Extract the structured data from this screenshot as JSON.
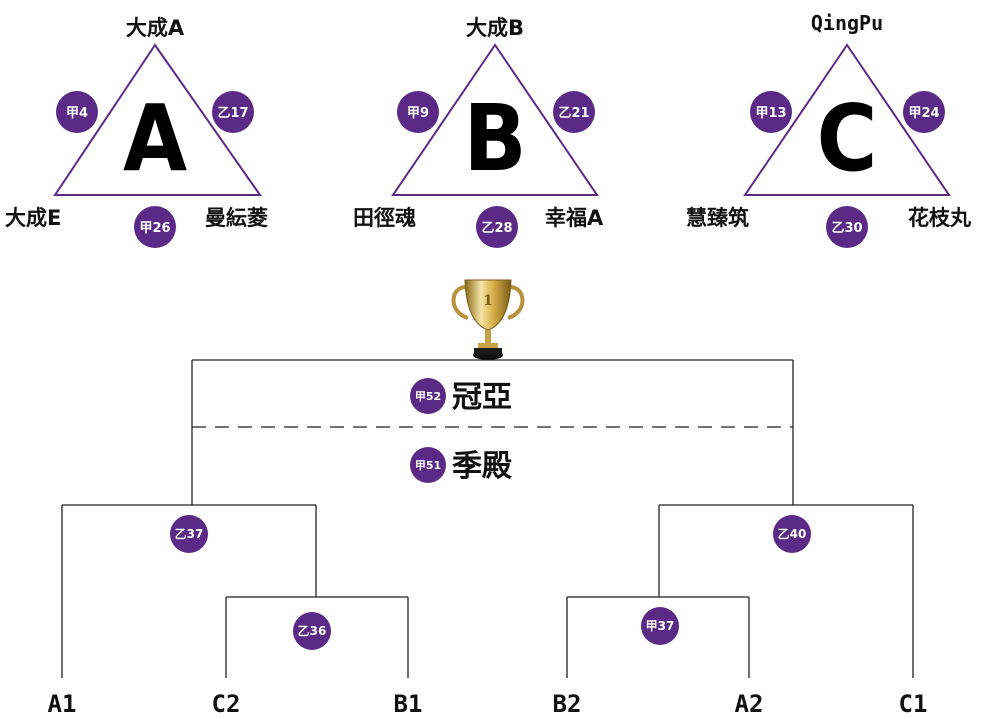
{
  "colors": {
    "accent": "#5b2a86",
    "triangle_stroke": "#5b2a86",
    "bracket_line": "#222222",
    "text": "#111111"
  },
  "groups": [
    {
      "letter": "A",
      "top": "大成A",
      "left": "大成E",
      "right": "曼紜菱",
      "badges": {
        "left": "甲4",
        "right": "乙17",
        "bottom": "甲26"
      }
    },
    {
      "letter": "B",
      "top": "大成B",
      "left": "田徑魂",
      "right": "幸福A",
      "badges": {
        "left": "甲9",
        "right": "乙21",
        "bottom": "乙28"
      }
    },
    {
      "letter": "C",
      "top": "QingPu",
      "left": "慧臻筑",
      "right": "花枝丸",
      "badges": {
        "left": "甲13",
        "right": "甲24",
        "bottom": "乙30"
      }
    }
  ],
  "finals": {
    "trophy_icon": "trophy-icon",
    "champion": {
      "badge": "甲52",
      "label": "冠亞"
    },
    "third_place": {
      "badge": "甲51",
      "label": "季殿"
    }
  },
  "bracket": {
    "slots": [
      "A1",
      "C2",
      "B1",
      "B2",
      "A2",
      "C1"
    ],
    "left_semi_badge": "乙37",
    "left_quarter_badge": "乙36",
    "right_semi_badge": "乙40",
    "right_quarter_badge": "甲37"
  }
}
